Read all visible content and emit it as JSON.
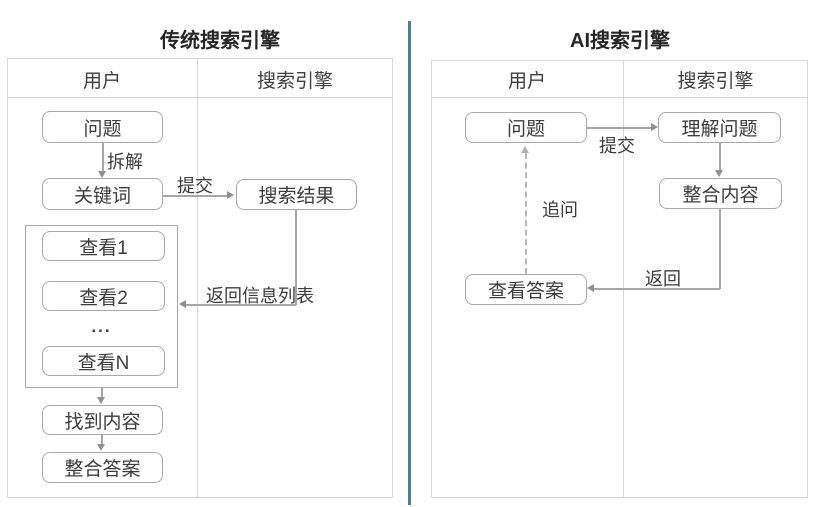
{
  "left": {
    "title": "传统搜索引擎",
    "lanes": {
      "user": "用户",
      "engine": "搜索引擎"
    },
    "nodes": {
      "question": "问题",
      "keywords": "关键词",
      "search_results": "搜索结果",
      "view1": "查看1",
      "view2": "查看2",
      "ellipsis": "...",
      "view_n": "查看N",
      "found_content": "找到内容",
      "integrate_answer": "整合答案"
    },
    "edges": {
      "decompose": "拆解",
      "submit": "提交",
      "return_list": "返回信息列表"
    }
  },
  "right": {
    "title": "AI搜索引擎",
    "lanes": {
      "user": "用户",
      "engine": "搜索引擎"
    },
    "nodes": {
      "question": "问题",
      "understand_question": "理解问题",
      "integrate_content": "整合内容",
      "view_answer": "查看答案"
    },
    "edges": {
      "submit": "提交",
      "return": "返回",
      "follow_up": "追问"
    }
  },
  "colors": {
    "panel_separator": "#4e7e93",
    "node_border": "#a9a9a9",
    "frame_border": "#d7d7d7",
    "arrow": "#8f8f8f",
    "text": "#3c3c3c"
  }
}
